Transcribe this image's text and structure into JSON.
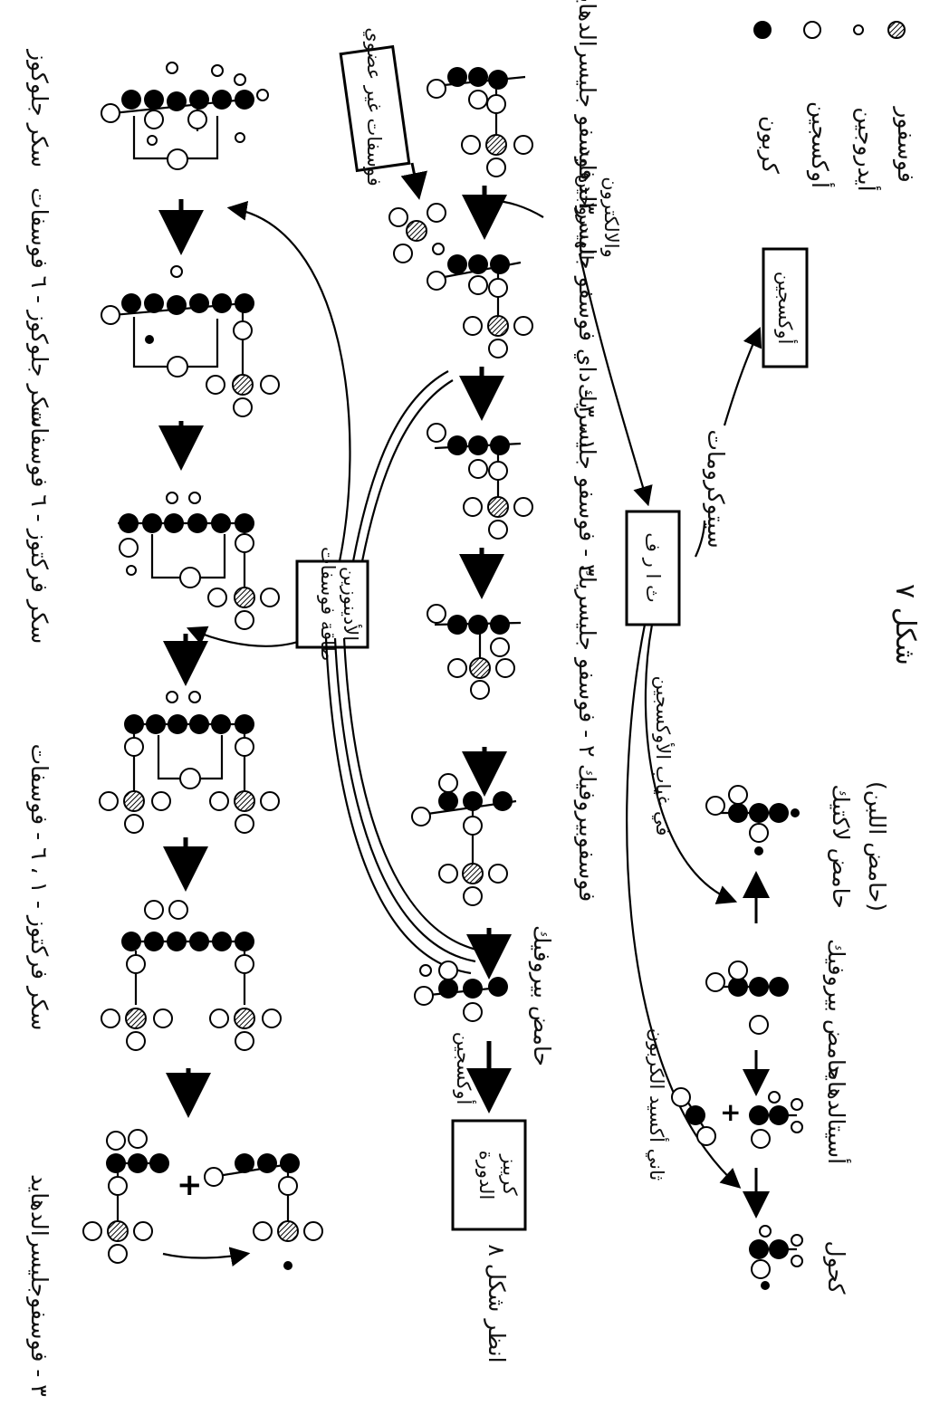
{
  "figure": {
    "caption": "شكل ٧"
  },
  "legend": [
    {
      "label": "كربون",
      "atom": "carbon"
    },
    {
      "label": "أوكسجين",
      "atom": "oxygen"
    },
    {
      "label": "أيدروجين",
      "atom": "hydrogen"
    },
    {
      "label": "فوسفور",
      "atom": "phosphorus"
    }
  ],
  "boxes": {
    "oxygen": "أوكسجين",
    "inorganic_phosphate": "فوسفات غير عضوي",
    "atp": "ث ا ر ف",
    "krebs": [
      "الدورة",
      "كريبز"
    ],
    "phosphate_bond": [
      "طاقة فوسفات",
      "الأدينوزين"
    ]
  },
  "left_column": [
    "سكر جلوكوز",
    "سكر جلوكوز - ٦ فوسفات",
    "سكر فركتوز - ٦ فوسفات",
    "سكر فركتوز - ١ ، ٦ - فوسفات",
    "٣ - فوسفوجليسرالدهايد"
  ],
  "middle_column": [
    "٣ - فوسفو جليسرالدهايد",
    "١ ، ٣ - داي فوسفو جليسرالدهايد",
    "٣ - فوسفو جليسريك",
    "٢ - فوسفو جليسريك",
    "فوسفوبيروفيك",
    "حامض بيروفيك"
  ],
  "right_side": [
    "سيتوكرومات",
    "في غياب الأوكسجين",
    "حامض لاكتيك",
    "(حامض اللبن)",
    "حامض بيروفيك",
    "أسيتالدهايد",
    "ثاني أكسيد الكربون",
    "كحول"
  ],
  "misc": {
    "hydrogen_to_cytochrome": [
      "الهيدروجين",
      "والالكترون"
    ],
    "oxygen_note": "أوكسجين",
    "see_figure": "انظر شكل ٨"
  }
}
